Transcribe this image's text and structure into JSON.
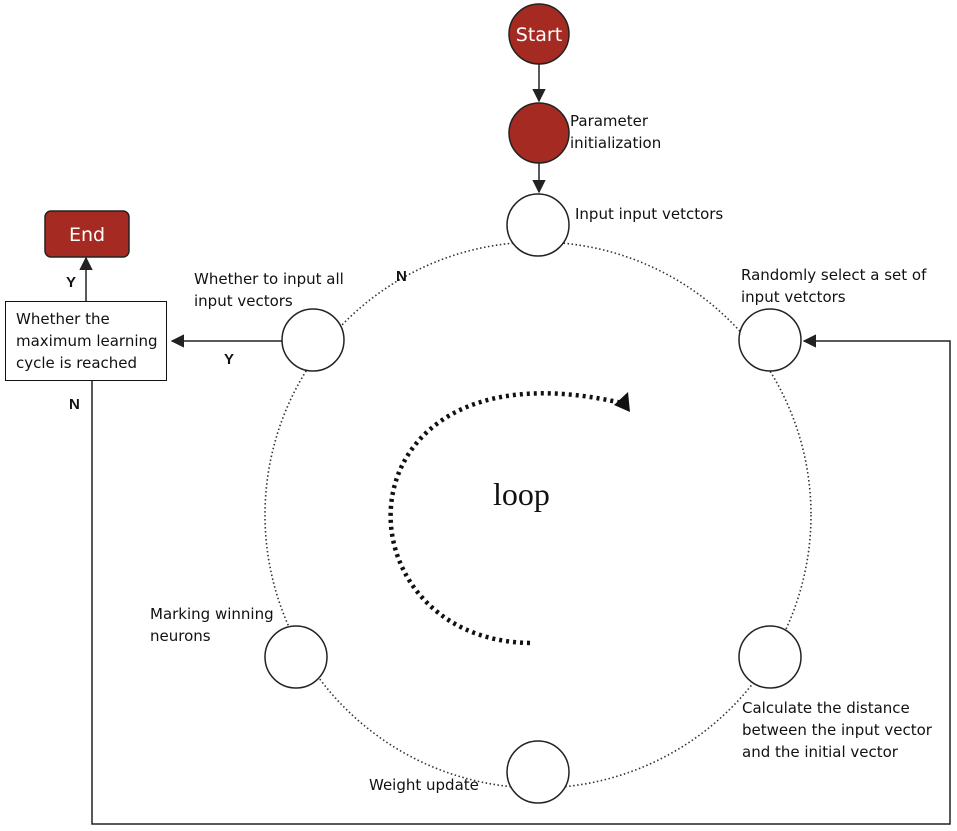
{
  "colors": {
    "terminal_fill": "#a52a22",
    "terminal_stroke": "#222222",
    "terminal_text": "#ffffff",
    "line": "#222222",
    "node_fill": "#ffffff"
  },
  "terminals": {
    "start": "Start",
    "end": "End"
  },
  "nodes": {
    "parameter_init": [
      "Parameter",
      "initialization"
    ],
    "input_vectors": [
      "Input input vetctors"
    ],
    "random_select": [
      "Randomly select a set of",
      "input vetctors"
    ],
    "calc_distance": [
      "Calculate the distance",
      "between the input vector",
      "and the initial vector"
    ],
    "weight_update": [
      "Weight update"
    ],
    "marking_winning": [
      "Marking winning",
      "neurons"
    ],
    "whether_input_all": [
      "Whether to input all",
      "input vectors"
    ]
  },
  "decision": {
    "lines": [
      "Whether the",
      "maximum learning",
      "cycle is reached"
    ]
  },
  "edge_labels": {
    "n_loop": "N",
    "y_to_decision": "Y",
    "y_to_end": "Y",
    "n_from_decision": "N"
  },
  "center_label": "loop"
}
